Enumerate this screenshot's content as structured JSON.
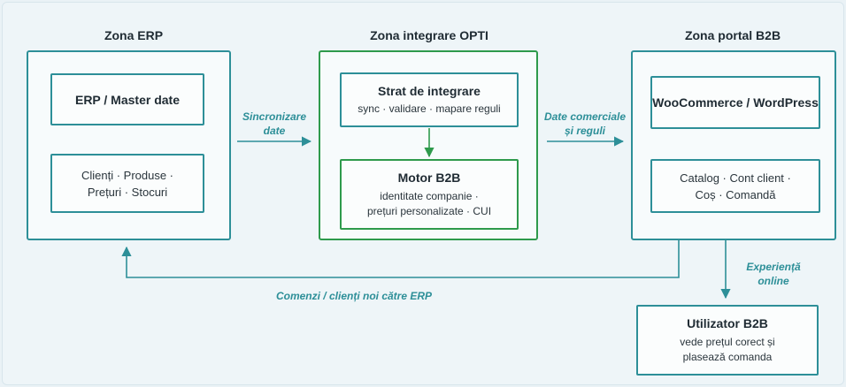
{
  "zones": {
    "erp": {
      "title": "Zona ERP"
    },
    "opti": {
      "title": "Zona integrare OPTI"
    },
    "portal": {
      "title": "Zona portal B2B"
    }
  },
  "nodes": {
    "erp_master": {
      "title": "ERP / Master date"
    },
    "erp_data": {
      "line1": "Clienți · Produse ·",
      "line2": "Prețuri · Stocuri"
    },
    "strat": {
      "title": "Strat de integrare",
      "sub": "sync · validare · mapare reguli"
    },
    "motor": {
      "title": "Motor B2B",
      "line1": "identitate companie ·",
      "line2": "prețuri personalizate · CUI"
    },
    "woo": {
      "title": "WooCommerce / WordPress"
    },
    "catalog": {
      "line1": "Catalog · Cont client ·",
      "line2": "Coș · Comandă"
    },
    "user": {
      "title": "Utilizator B2B",
      "line1": "vede prețul corect și",
      "line2": "plasează comanda"
    }
  },
  "edges": {
    "sync": {
      "line1": "Sincronizare",
      "line2": "date"
    },
    "commercial": {
      "line1": "Date comerciale",
      "line2": "și reguli"
    },
    "experience": {
      "line1": "Experiență",
      "line2": "online"
    },
    "orders": {
      "label": "Comenzi / clienți noi către ERP"
    }
  },
  "colors": {
    "teal": "#2d8f98",
    "green": "#2e9a4c",
    "background": "#eaf2f6"
  }
}
